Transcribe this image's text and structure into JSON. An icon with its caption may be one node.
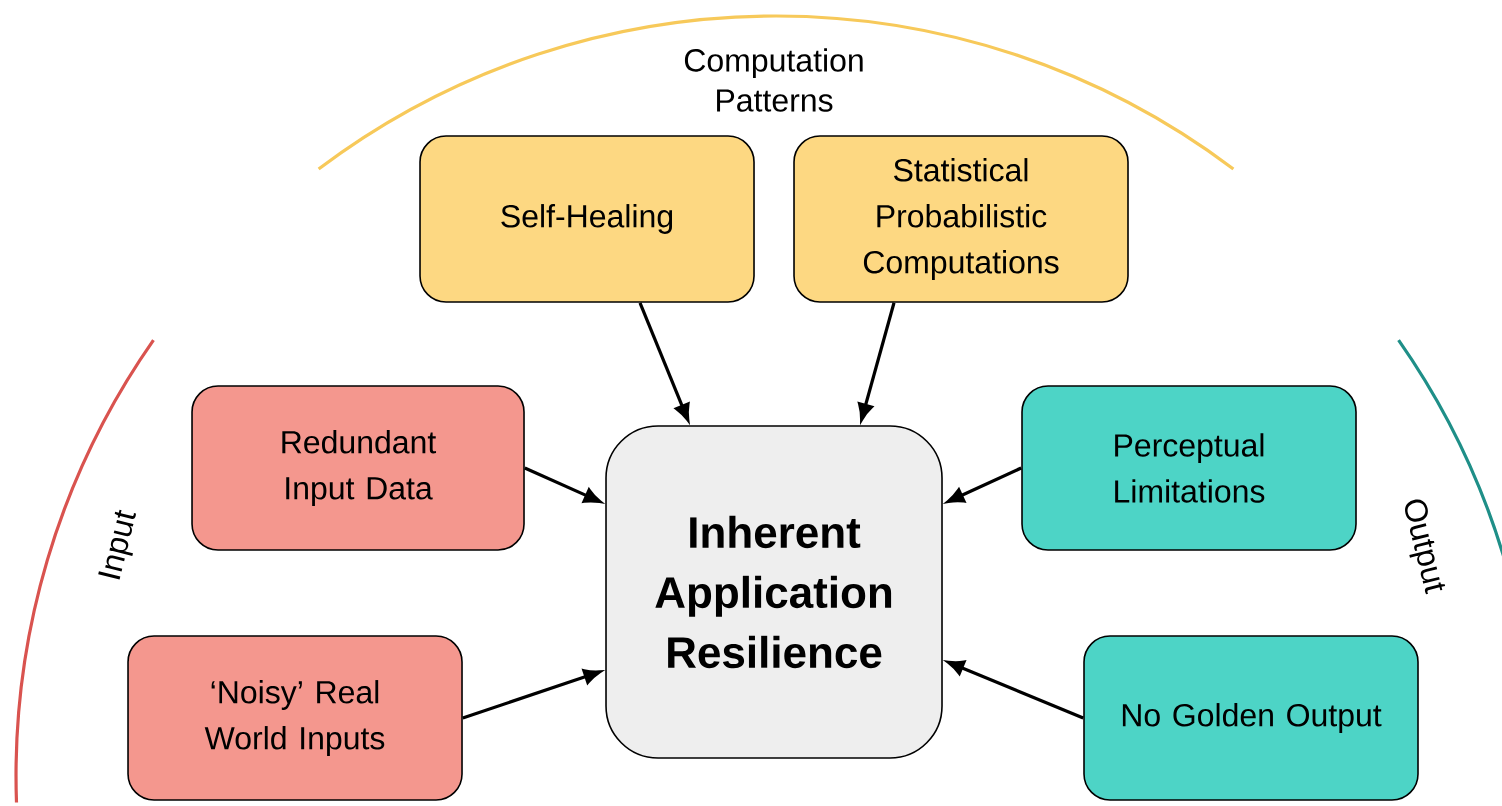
{
  "diagram": {
    "nodes": [
      {
        "text": [
          "Inherent Application Resilience"
        ]
      },
      {
        "text": [
          "Self-Healing"
        ]
      },
      {
        "text": [
          "Statistical Probabilistic Computations"
        ]
      },
      {
        "text": [
          "Redundant Input Data"
        ]
      },
      {
        "text": [
          "‘Noisy’ Real World Inputs"
        ]
      },
      {
        "text": [
          "Perceptual Limitations"
        ]
      },
      {
        "text": [
          "No Golden Output"
        ]
      }
    ],
    "edges": [
      {
        "from": 1,
        "to": 0,
        "arrow": "to"
      },
      {
        "from": 2,
        "to": 0,
        "arrow": "to"
      },
      {
        "from": 3,
        "to": 0,
        "arrow": "to"
      },
      {
        "from": 4,
        "to": 0,
        "arrow": "to"
      },
      {
        "from": 5,
        "to": 0,
        "arrow": "to"
      },
      {
        "from": 6,
        "to": 0,
        "arrow": "to"
      }
    ],
    "labels": [
      "Computation Patterns",
      "Input",
      "Output"
    ]
  }
}
